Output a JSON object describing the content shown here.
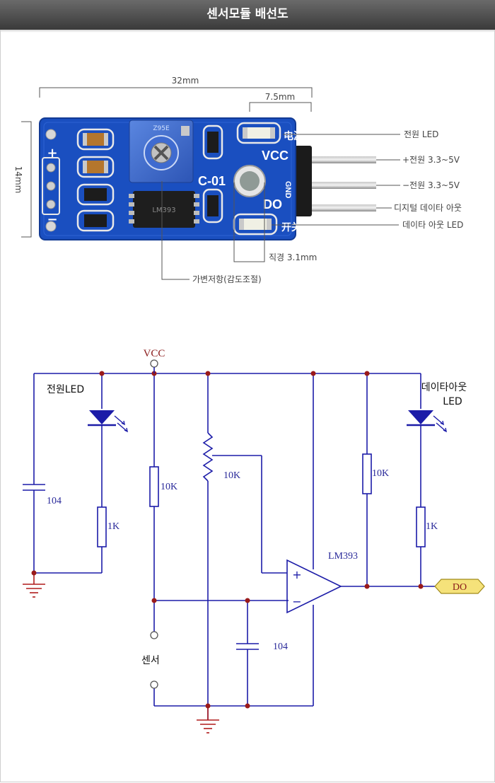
{
  "header": {
    "title": "센서모듈 배선도"
  },
  "board": {
    "dim_width": "32mm",
    "dim_height": "14mm",
    "dim_led_pitch": "7.5mm",
    "silk": {
      "plus": "+",
      "minus": "−",
      "power_cn": "电源",
      "vcc": "VCC",
      "gnd": "GND",
      "do": "DO",
      "switch_cn": "开关",
      "model": "C-01",
      "pot_code": "Z95E",
      "chip_code": "LM393"
    },
    "callouts": {
      "power_led": "전원 LED",
      "plus_power": "+전원 3.3~5V",
      "minus_power": "−전원 3.3~5V",
      "digital_out": "디지털 데이타 아웃",
      "data_led": "데이타 아웃 LED",
      "diameter": "직경 3.1mm",
      "pot": "가변저항(감도조절)"
    }
  },
  "schematic": {
    "vcc": "VCC",
    "power_led": "전원LED",
    "data_led_line1": "데이타아웃",
    "data_led_line2": "LED",
    "cap_104_left": "104",
    "res_1k_left": "1K",
    "res_10k_left": "10K",
    "pot_10k": "10K",
    "res_10k_right": "10K",
    "res_1k_right": "1K",
    "ic": "LM393",
    "plus_sign": "+",
    "minus_sign": "−",
    "sensor": "센서",
    "cap_104_bottom": "104",
    "do_tag": "DO"
  }
}
